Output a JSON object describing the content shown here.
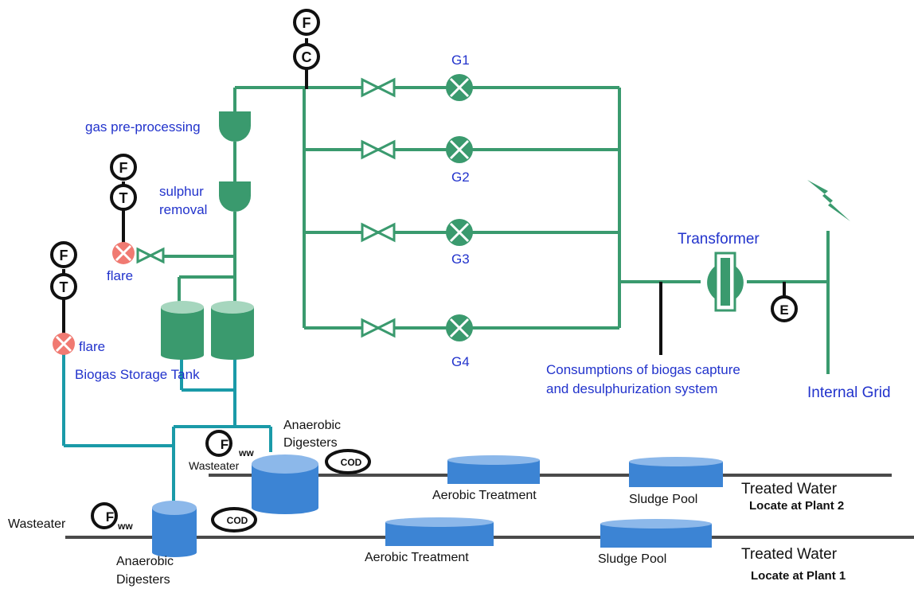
{
  "colors": {
    "gas_pipe": "#3a9a6e",
    "water_pipe": "#1a9aa8",
    "equipment": "#3a9a6e",
    "flare": "#f07a72",
    "tank_water": "#3c84d4",
    "main_line": "#4a4a4a",
    "label_blue": "#2233cc"
  },
  "labels": {
    "gas_preprocessing": "gas pre-processing",
    "sulphur_line1": "sulphur",
    "sulphur_line2": "removal",
    "flare_upper": "flare",
    "flare_lower": "flare",
    "storage_tank": "Biogas Storage Tank",
    "gen1": "G1",
    "gen2": "G2",
    "gen3": "G3",
    "gen4": "G4",
    "transformer": "Transformer",
    "consumption_line1": "Consumptions of biogas capture",
    "consumption_line2": "and desulphurization system",
    "internal_grid": "Internal Grid",
    "digester_top_line1": "Anaerobic",
    "digester_top_line2": "Digesters",
    "wastewater_top": "Wasteater",
    "wastewater_bottom": "Wasteater",
    "aerobic_top": "Aerobic Treatment",
    "aerobic_bottom": "Aerobic Treatment",
    "sludge_top": "Sludge Pool",
    "sludge_bottom": "Sludge Pool",
    "treated_top": "Treated Water",
    "treated_bottom": "Treated Water",
    "plant2": "Locate at Plant 2",
    "plant1": "Locate at Plant 1",
    "digester_bottom_line1": "Anaerobic",
    "digester_bottom_line2": "Digesters"
  },
  "instruments": {
    "gas_flow": "F",
    "gas_composition": "C",
    "flare_upper_flow": "F",
    "flare_upper_temp": "T",
    "flare_lower_flow": "F",
    "flare_lower_temp": "T",
    "energy": "E",
    "ww_flow_top": "F",
    "ww_flow_top_sub": "ww",
    "ww_flow_bottom": "F",
    "ww_flow_bottom_sub": "ww",
    "cod_top": "COD",
    "cod_bottom": "COD"
  },
  "icons": {
    "lightning": "lightning-icon",
    "valve": "valve-icon",
    "generator": "generator-icon",
    "flare": "flare-icon",
    "transformer": "transformer-icon"
  }
}
